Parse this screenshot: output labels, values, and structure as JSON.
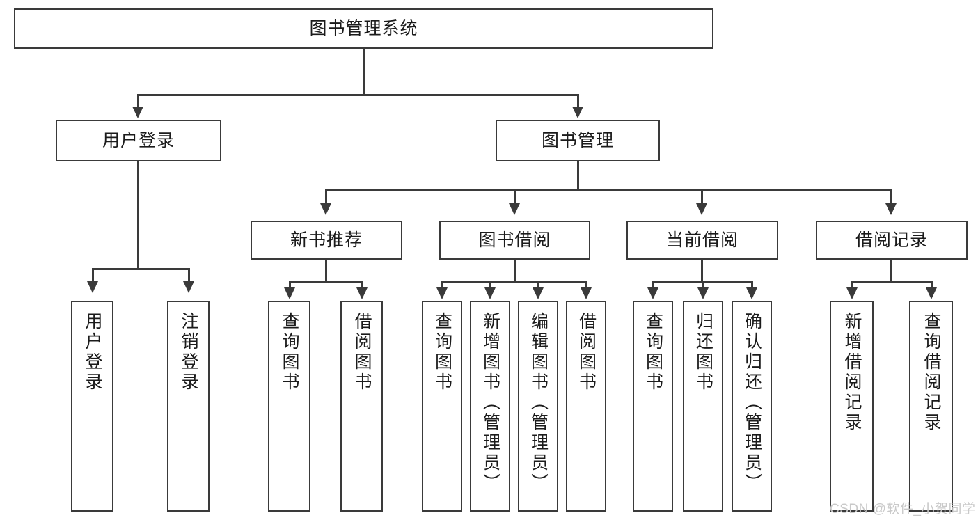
{
  "diagram": {
    "title": "图书管理系统",
    "type": "hierarchy-tree",
    "root": {
      "id": "root",
      "label": "图书管理系统"
    },
    "level2": [
      {
        "id": "user-login",
        "label": "用户登录"
      },
      {
        "id": "book-management",
        "label": "图书管理"
      }
    ],
    "level3": [
      {
        "id": "new-book-recommend",
        "label": "新书推荐",
        "parent": "book-management"
      },
      {
        "id": "book-borrow",
        "label": "图书借阅",
        "parent": "book-management"
      },
      {
        "id": "current-borrow",
        "label": "当前借阅",
        "parent": "book-management"
      },
      {
        "id": "borrow-record",
        "label": "借阅记录",
        "parent": "book-management"
      }
    ],
    "leaves": [
      {
        "id": "leaf-user-login",
        "label": "用户登录",
        "parent": "user-login"
      },
      {
        "id": "leaf-logout-login",
        "label": "注销登录",
        "parent": "user-login"
      },
      {
        "id": "leaf-query-book-1",
        "label": "查询图书",
        "parent": "new-book-recommend"
      },
      {
        "id": "leaf-borrow-book-1",
        "label": "借阅图书",
        "parent": "new-book-recommend"
      },
      {
        "id": "leaf-query-book-2",
        "label": "查询图书",
        "parent": "book-borrow"
      },
      {
        "id": "leaf-add-book",
        "label": "新增图书（管理员）",
        "parent": "book-borrow"
      },
      {
        "id": "leaf-edit-book",
        "label": "编辑图书（管理员）",
        "parent": "book-borrow"
      },
      {
        "id": "leaf-borrow-book-2",
        "label": "借阅图书",
        "parent": "book-borrow"
      },
      {
        "id": "leaf-query-book-3",
        "label": "查询图书",
        "parent": "current-borrow"
      },
      {
        "id": "leaf-return-book",
        "label": "归还图书",
        "parent": "current-borrow"
      },
      {
        "id": "leaf-confirm-return",
        "label": "确认归还（管理员）",
        "parent": "current-borrow"
      },
      {
        "id": "leaf-add-borrow-record",
        "label": "新增借阅记录",
        "parent": "borrow-record"
      },
      {
        "id": "leaf-query-borrow-record",
        "label": "查询借阅记录",
        "parent": "borrow-record"
      }
    ],
    "colors": {
      "stroke": "#3a3a3a",
      "fill": "#ffffff",
      "text": "#1b1b1b",
      "watermark": "#c9c9c9"
    }
  },
  "watermark": {
    "text": "CSDN @软件_小贺同学"
  }
}
